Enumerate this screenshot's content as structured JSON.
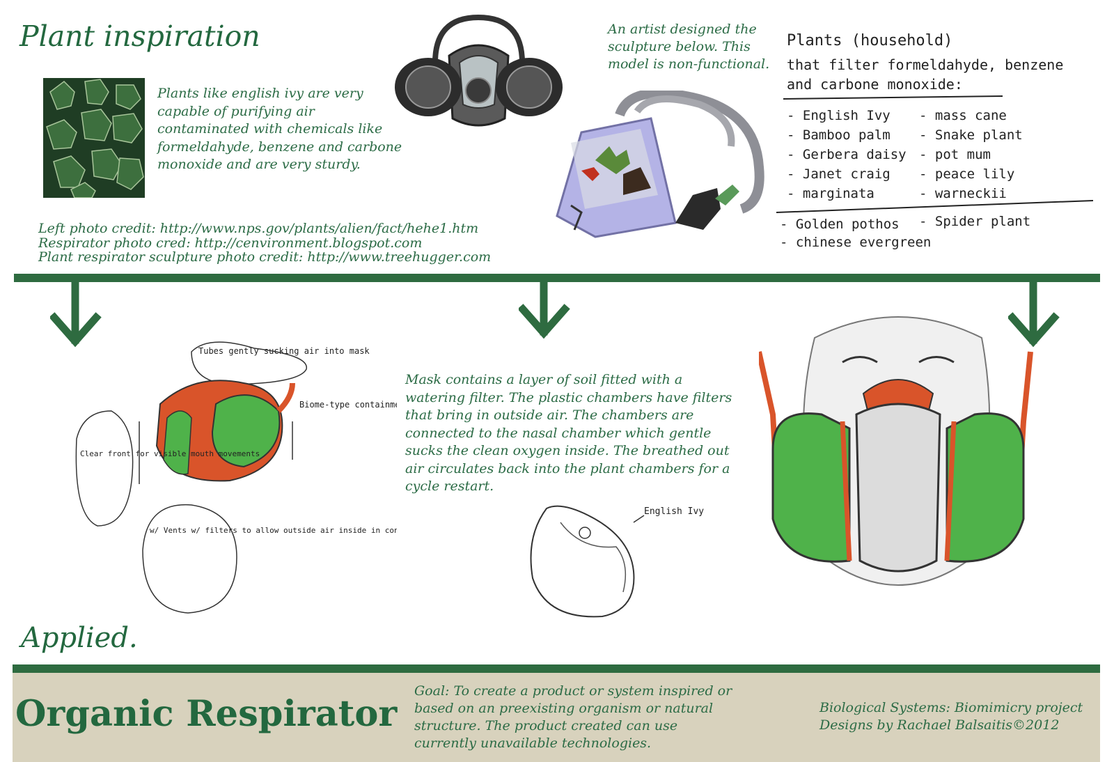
{
  "header": {
    "title": "Plant inspiration"
  },
  "ivy": {
    "description": "Plants like english ivy are very capable of purifying air contaminated with chemicals like formeldahyde, benzene and carbone monoxide and are very sturdy."
  },
  "credits": {
    "line1": "Left photo credit: http://www.nps.gov/plants/alien/fact/hehe1.htm",
    "line2": "Respirator photo cred: http://cenvironment.blogspot.com",
    "line3": "Plant respirator sculpture photo credit: http://www.treehugger.com"
  },
  "artist_note": "An artist designed the sculpture below. This model is non-functional.",
  "plant_list": {
    "heading": "Plants (household)",
    "subheading_1": "that filter formeldahyde, benzene",
    "subheading_2": "and carbone monoxide:",
    "left_column": [
      "- English Ivy",
      "- Bamboo palm",
      "- Gerbera daisy",
      "- Janet craig",
      "- marginata"
    ],
    "right_column": [
      "- mass cane",
      "- Snake plant",
      "- pot mum",
      "- peace lily",
      "- warneckii"
    ],
    "extra_left": [
      "- Golden pothos",
      "- chinese evergreen"
    ],
    "extra_right": [
      "- Spider plant"
    ]
  },
  "sketch_notes": {
    "tubes": "Tubes gently sucking air into mask",
    "biome": "Biome-type containment chamber.",
    "clear_front": "Clear front for visible mouth movements",
    "vents": "w/ Vents w/ filters to allow outside air inside in controlled amounts",
    "english_ivy": "English Ivy"
  },
  "mask_description": "Mask contains a layer of soil fitted with a watering filter. The plastic chambers have filters that bring in outside air. The chambers are connected to the nasal chamber which gentle sucks the clean oxygen inside. The breathed out air circulates back into the plant chambers for a cycle restart.",
  "applied_label": "Applied.",
  "footer": {
    "title": "Organic Respirator",
    "goal": "Goal: To create a product or system inspired or based on an preexisting organism or natural structure. The product created can use currently unavailable technologies.",
    "course": "Biological Systems: Biomimicry project",
    "author": "Designs by Rachael Balsaitis©2012"
  },
  "colors": {
    "accent_green": "#2e6b40",
    "text_green": "#2b6b45",
    "footer_beige": "#d8d2bd",
    "sketch_orange": "#d9542a",
    "sketch_green": "#4fb24a"
  }
}
